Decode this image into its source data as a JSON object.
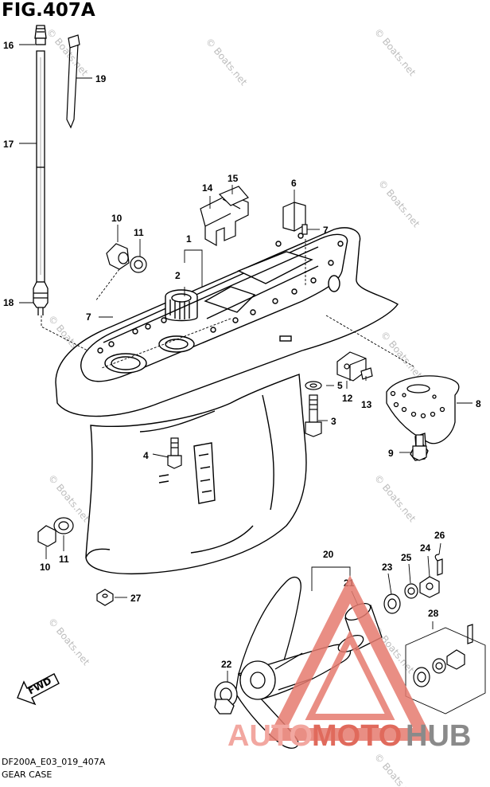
{
  "figure": {
    "title": "FIG.407A",
    "code": "DF200A_E03_019_407A",
    "name": "GEAR CASE"
  },
  "parts": [
    "1",
    "2",
    "3",
    "4",
    "5",
    "6",
    "7",
    "7",
    "8",
    "9",
    "10",
    "10",
    "11",
    "11",
    "12",
    "13",
    "14",
    "15",
    "16",
    "17",
    "18",
    "19",
    "20",
    "21",
    "22",
    "23",
    "24",
    "25",
    "26",
    "27",
    "28"
  ],
  "watermark": {
    "text": "© Boats.net"
  },
  "logo": {
    "auto": "AUTO",
    "moto": "MOTO",
    "hub": "HUB",
    "colors": {
      "auto": "#f2a7a0",
      "moto": "#e06a5c",
      "hub": "#8a8a8a",
      "triangle": "#e57a6f"
    }
  },
  "fwd_label": "FWD",
  "colors": {
    "line": "#000000",
    "paper": "#ffffff"
  }
}
